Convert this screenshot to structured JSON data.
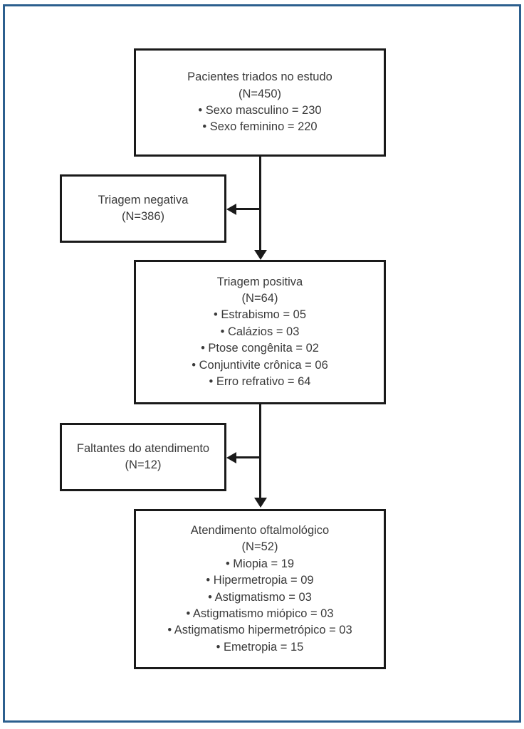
{
  "figure": {
    "type": "flowchart",
    "language": "pt-BR",
    "frame_color": "#2c5f8e",
    "node_border_color": "#1a1a1a",
    "text_color": "#3a3a3a"
  },
  "nodes": {
    "screened": {
      "id": "screened",
      "lines": [
        "Pacientes triados no estudo",
        "(N=450)",
        "• Sexo masculino = 230",
        "• Sexo feminino = 220"
      ],
      "title": "Pacientes triados no estudo",
      "count_label": "(N=450)",
      "count": 450,
      "items": [
        {
          "label": "Sexo masculino",
          "value": "230"
        },
        {
          "label": "Sexo feminino",
          "value": "220"
        }
      ]
    },
    "negative": {
      "id": "negative",
      "lines": [
        "Triagem negativa",
        "(N=386)"
      ],
      "title": "Triagem negativa",
      "count_label": "(N=386)",
      "count": 386,
      "items": []
    },
    "positive": {
      "id": "positive",
      "lines": [
        "Triagem positiva",
        "(N=64)",
        "• Estrabismo = 05",
        "• Calázios = 03",
        "• Ptose congênita = 02",
        "• Conjuntivite crônica = 06",
        "• Erro refrativo = 64"
      ],
      "title": "Triagem positiva",
      "count_label": "(N=64)",
      "count": 64,
      "items": [
        {
          "label": "Estrabismo",
          "value": "05"
        },
        {
          "label": "Calázios",
          "value": "03"
        },
        {
          "label": "Ptose congênita",
          "value": "02"
        },
        {
          "label": "Conjuntivite crônica",
          "value": "06"
        },
        {
          "label": "Erro refrativo",
          "value": "64"
        }
      ]
    },
    "missing": {
      "id": "missing",
      "lines": [
        "Faltantes do atendimento",
        "(N=12)"
      ],
      "title": "Faltantes do atendimento",
      "count_label": "(N=12)",
      "count": 12,
      "items": []
    },
    "exam": {
      "id": "exam",
      "lines": [
        "Atendimento oftalmológico",
        "(N=52)",
        "• Miopia = 19",
        "• Hipermetropia = 09",
        "• Astigmatismo = 03",
        "• Astigmatismo miópico = 03",
        "• Astigmatismo hipermetrópico = 03",
        "• Emetropia = 15"
      ],
      "title": "Atendimento oftalmológico",
      "count_label": "(N=52)",
      "count": 52,
      "items": [
        {
          "label": "Miopia",
          "value": "19"
        },
        {
          "label": "Hipermetropia",
          "value": "09"
        },
        {
          "label": "Astigmatismo",
          "value": "03"
        },
        {
          "label": "Astigmatismo miópico",
          "value": "03"
        },
        {
          "label": "Astigmatismo hipermetrópico",
          "value": "03"
        },
        {
          "label": "Emetropia",
          "value": "15"
        }
      ]
    }
  },
  "connectors": [
    {
      "id": "screened-to-negative",
      "from": "screened",
      "to": "negative",
      "direction": "left"
    },
    {
      "id": "screened-to-positive",
      "from": "screened",
      "to": "positive",
      "direction": "down"
    },
    {
      "id": "positive-to-missing",
      "from": "positive",
      "to": "missing",
      "direction": "left"
    },
    {
      "id": "positive-to-exam",
      "from": "positive",
      "to": "exam",
      "direction": "down"
    }
  ]
}
